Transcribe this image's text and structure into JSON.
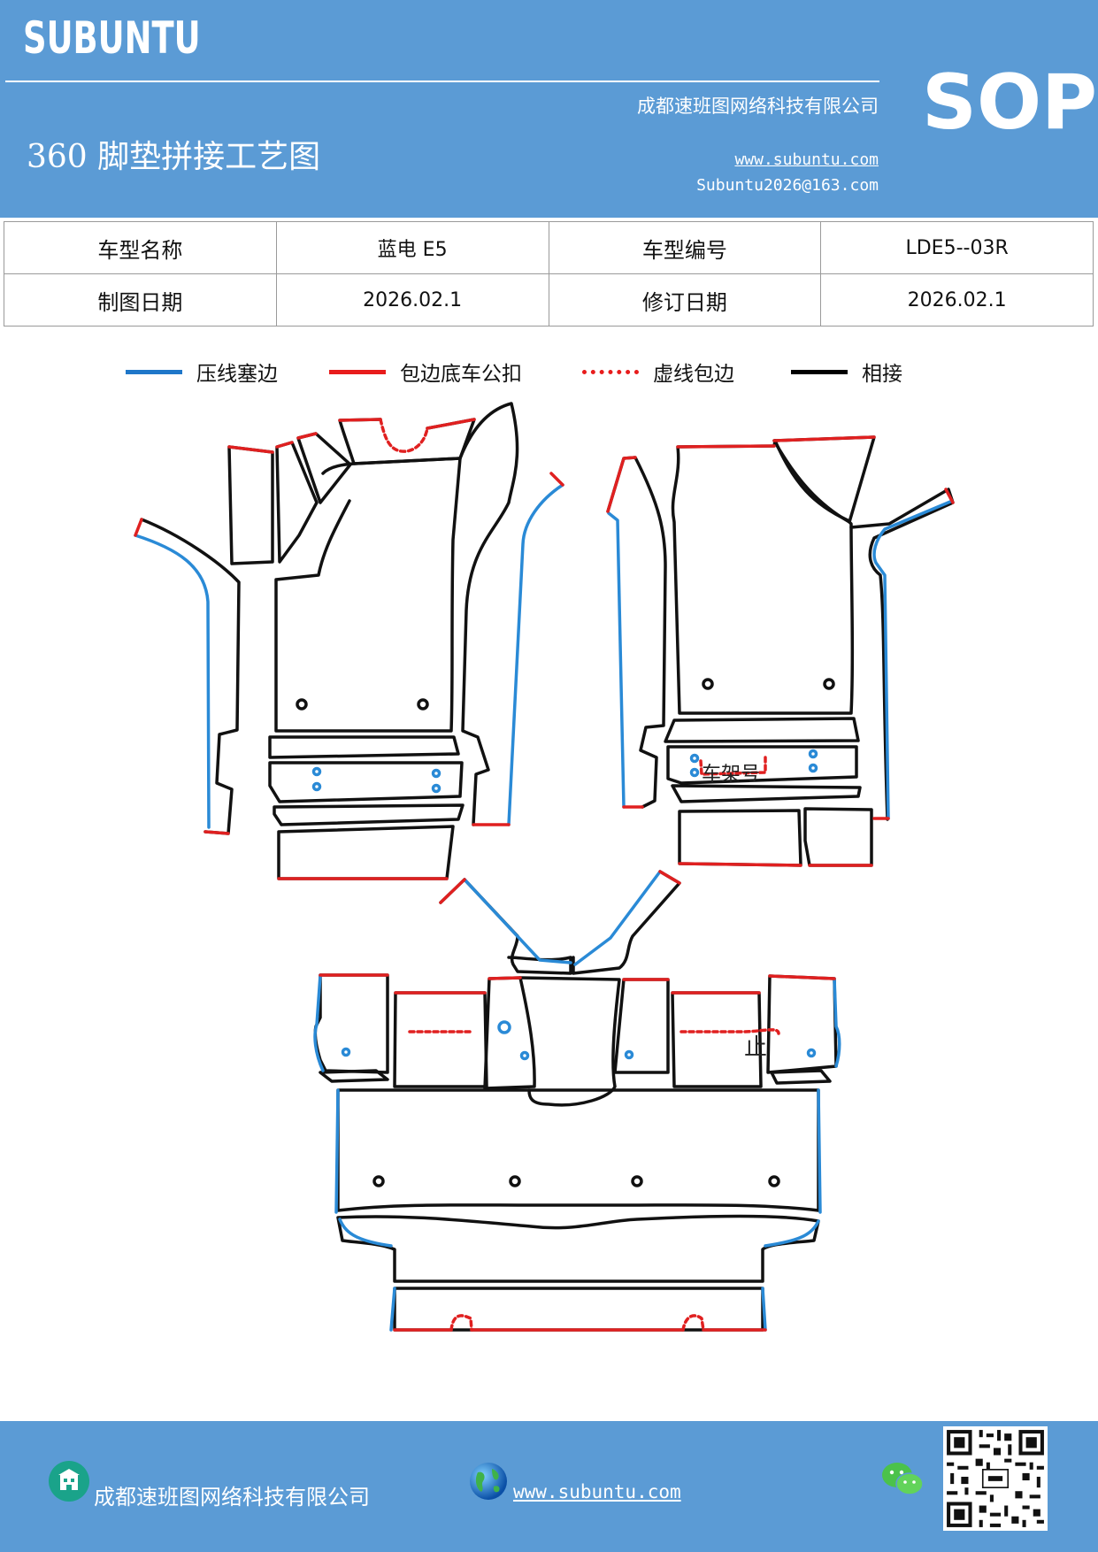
{
  "header": {
    "brand": "SUBUNTU",
    "company": "成都速班图网络科技有限公司",
    "title": "360 脚垫拼接工艺图",
    "website": "www.subuntu.com",
    "email": "Subuntu2026@163.com",
    "badge": "SOP"
  },
  "info_table": {
    "rows": [
      [
        "车型名称",
        "蓝电 E5",
        "车型编号",
        "LDE5--03R"
      ],
      [
        "制图日期",
        "2026.02.1",
        "修订日期",
        "2026.02.1"
      ]
    ]
  },
  "legend": [
    {
      "label": "压线塞边",
      "color": "#1f77c9",
      "style": "solid"
    },
    {
      "label": "包边底车公扣",
      "color": "#e81c1c",
      "style": "solid"
    },
    {
      "label": "虚线包边",
      "color": "#e81c1c",
      "style": "dotted"
    },
    {
      "label": "相接",
      "color": "#000000",
      "style": "solid"
    }
  ],
  "drawing": {
    "labels": {
      "frame": "车架号",
      "stop": "止"
    },
    "colors": {
      "line": "#111111",
      "blue": "#2a8ad6",
      "red": "#e02020"
    }
  },
  "footer": {
    "company": "成都速班图网络科技有限公司",
    "website": "www.subuntu.com",
    "icons": [
      "building-icon",
      "globe-icon",
      "wechat-icon",
      "qr-code"
    ]
  }
}
